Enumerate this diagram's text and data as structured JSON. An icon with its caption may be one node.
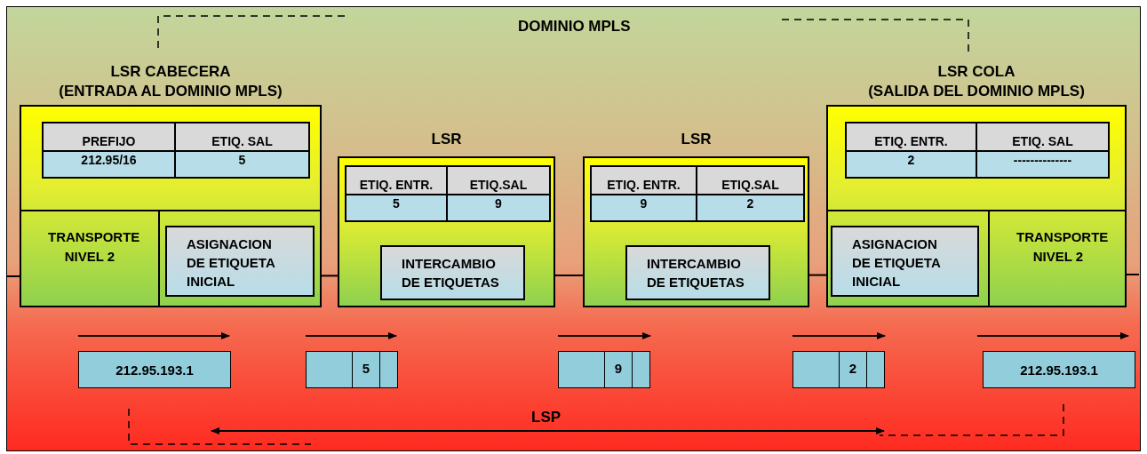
{
  "diagram": {
    "title": "DOMINIO MPLS",
    "nodes": [
      {
        "text": [
          "LSR CABECERA (ENTRADA AL DOMINIO MPLS)"
        ]
      },
      {
        "text": [
          "PREFIJO",
          "ETIQ. SAL",
          "212.95/16",
          "5"
        ],
        "in": 0
      },
      {
        "text": [
          "TRANSPORTE NIVEL 2"
        ],
        "in": 0
      },
      {
        "text": [
          "ASIGNACION DE ETIQUETA INICIAL"
        ],
        "in": 0
      },
      {
        "text": [
          "LSR"
        ]
      },
      {
        "text": [
          "ETIQ. ENTR.",
          "ETIQ.SAL",
          "5",
          "9"
        ],
        "in": 4
      },
      {
        "text": [
          "INTERCAMBIO DE ETIQUETAS"
        ],
        "in": 4
      },
      {
        "text": [
          "LSR"
        ]
      },
      {
        "text": [
          "ETIQ. ENTR.",
          "ETIQ.SAL",
          "9",
          "2"
        ],
        "in": 7
      },
      {
        "text": [
          "INTERCAMBIO DE ETIQUETAS"
        ],
        "in": 7
      },
      {
        "text": [
          "LSR COLA (SALIDA DEL DOMINIO MPLS)"
        ]
      },
      {
        "text": [
          "ETIQ. ENTR.",
          "ETIQ. SAL",
          "2",
          "--------------"
        ],
        "in": 10
      },
      {
        "text": [
          "ASIGNACION DE ETIQUETA INICIAL"
        ],
        "in": 10
      },
      {
        "text": [
          "TRANSPORTE NIVEL 2"
        ],
        "in": 10
      },
      {
        "text": [
          "212.95.193.1"
        ]
      },
      {
        "text": [
          "5"
        ]
      },
      {
        "text": [
          "9"
        ]
      },
      {
        "text": [
          "2"
        ]
      },
      {
        "text": [
          "212.95.193.1"
        ]
      }
    ],
    "labels": [
      "LSP"
    ]
  }
}
